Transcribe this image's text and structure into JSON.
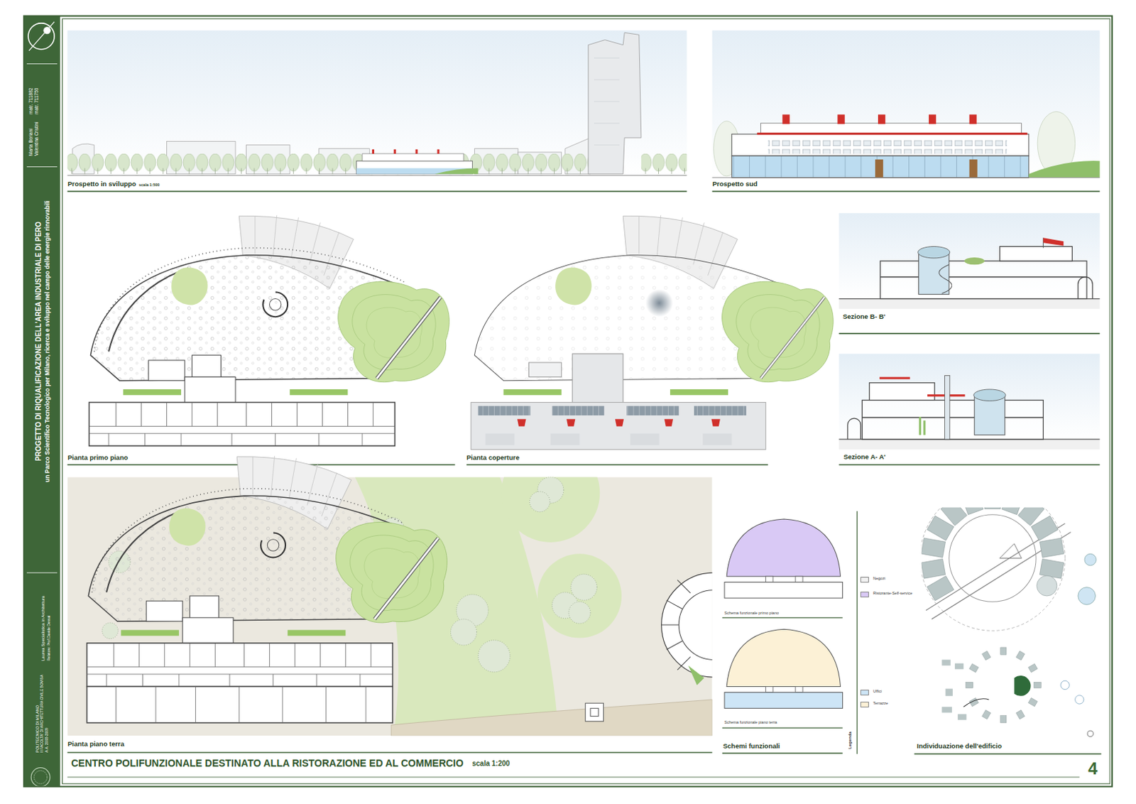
{
  "diagram": {
    "title": "CENTRO POLIFUNZIONALE DESTINATO ALLA RISTORAZIONE ED AL COMMERCIO",
    "labels": [
      "Marta Boriani",
      "matr. 711882",
      "Valentina Cristini",
      "matr. 711750",
      "PROGETTO DI RIQUALIFICAZIONE DELL'AREA INDUSTRIALE DI PERO",
      "un Parco Scientifico Tecnologico per Milano, ricerca e sviluppo nel campo delle energie rinnovabili",
      "Laurea Specialistica in Architettura",
      "Relatore: Prof.Davide Dessai",
      "POLITECNICO DI MILANO",
      "II FACOLTA' DI ARCHITETTURA CIVILE BOVISA",
      "A.A. 2008-2009",
      "Prospetto in sviluppo",
      "scala 1:500",
      "Prospetto sud",
      "Sezione B- B'",
      "Pianta primo piano",
      "Pianta coperture",
      "Sezione A- A'",
      "Pianta piano terra",
      "Schema funzionale primo piano",
      "Schema funzionale piano terra",
      "Schemi funzionali",
      "Legenda",
      "Individuazione dell'edificio",
      "scala 1:200",
      "4"
    ],
    "legend": [
      {
        "text": "Negozi",
        "color": "#f2f2f2"
      },
      {
        "text": "Ristorante-Self-service",
        "color": "#d9c9f5"
      },
      {
        "text": "Uffici",
        "color": "#cde5f6"
      },
      {
        "text": "Terrazze",
        "color": "#fcf1d6"
      }
    ]
  }
}
